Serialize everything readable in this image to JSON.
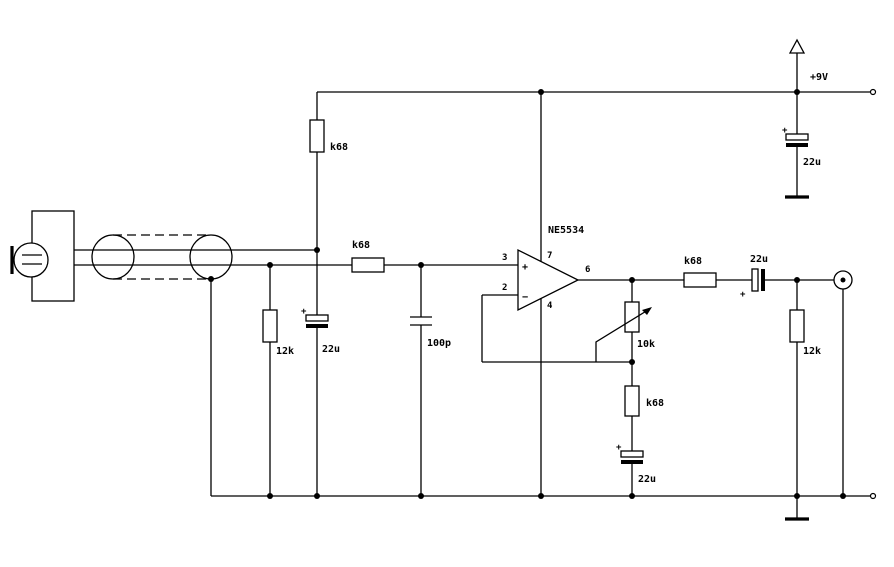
{
  "supply": {
    "label": "+9V"
  },
  "opamp": {
    "part": "NE5534",
    "pin_in_plus": "3",
    "pin_in_minus": "2",
    "pin_vplus": "7",
    "pin_vminus": "4",
    "pin_out": "6",
    "sign_plus": "+",
    "sign_minus": "−"
  },
  "components": {
    "r_bias": "k68",
    "r_input": "k68",
    "r_input_shunt": "12k",
    "c_bias": "22u",
    "c_input": "100p",
    "r_output": "k68",
    "c_output": "22u",
    "r_output_shunt": "12k",
    "pot_gain": "10k",
    "r_gain": "k68",
    "c_gain": "22u",
    "c_supply": "22u"
  },
  "polarity_mark": "+"
}
